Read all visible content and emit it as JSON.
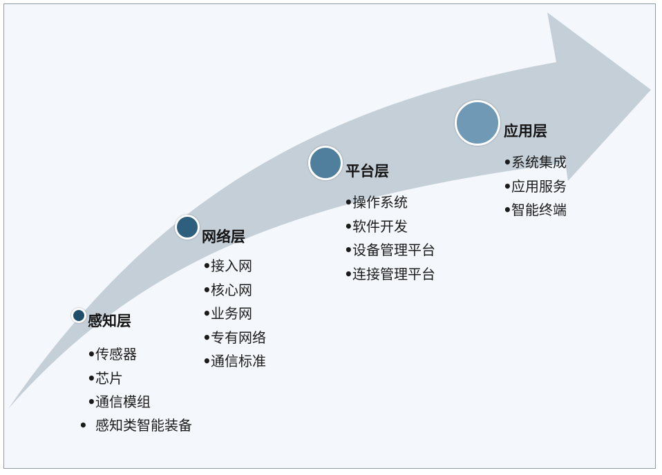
{
  "colors": {
    "arrow": "#c5cfd8",
    "frame_border": "#8d9aa6",
    "background": "#f4f7fb",
    "dot_perception": "#1f4e6b",
    "dot_network": "#2e5f7d",
    "dot_platform": "#4f7f9c",
    "dot_application": "#6f99b4"
  },
  "bullet_char": "•",
  "layers": [
    {
      "title": "感知层",
      "items": [
        "传感器",
        "芯片",
        "通信模组",
        "感知类智能装备"
      ]
    },
    {
      "title": "网络层",
      "items": [
        "接入网",
        "核心网",
        "业务网",
        "专有网络",
        "通信标准"
      ]
    },
    {
      "title": "平台层",
      "items": [
        "操作系统",
        "软件开发",
        "设备管理平台",
        "连接管理平台"
      ]
    },
    {
      "title": "应用层",
      "items": [
        "系统集成",
        "应用服务",
        "智能终端"
      ]
    }
  ]
}
